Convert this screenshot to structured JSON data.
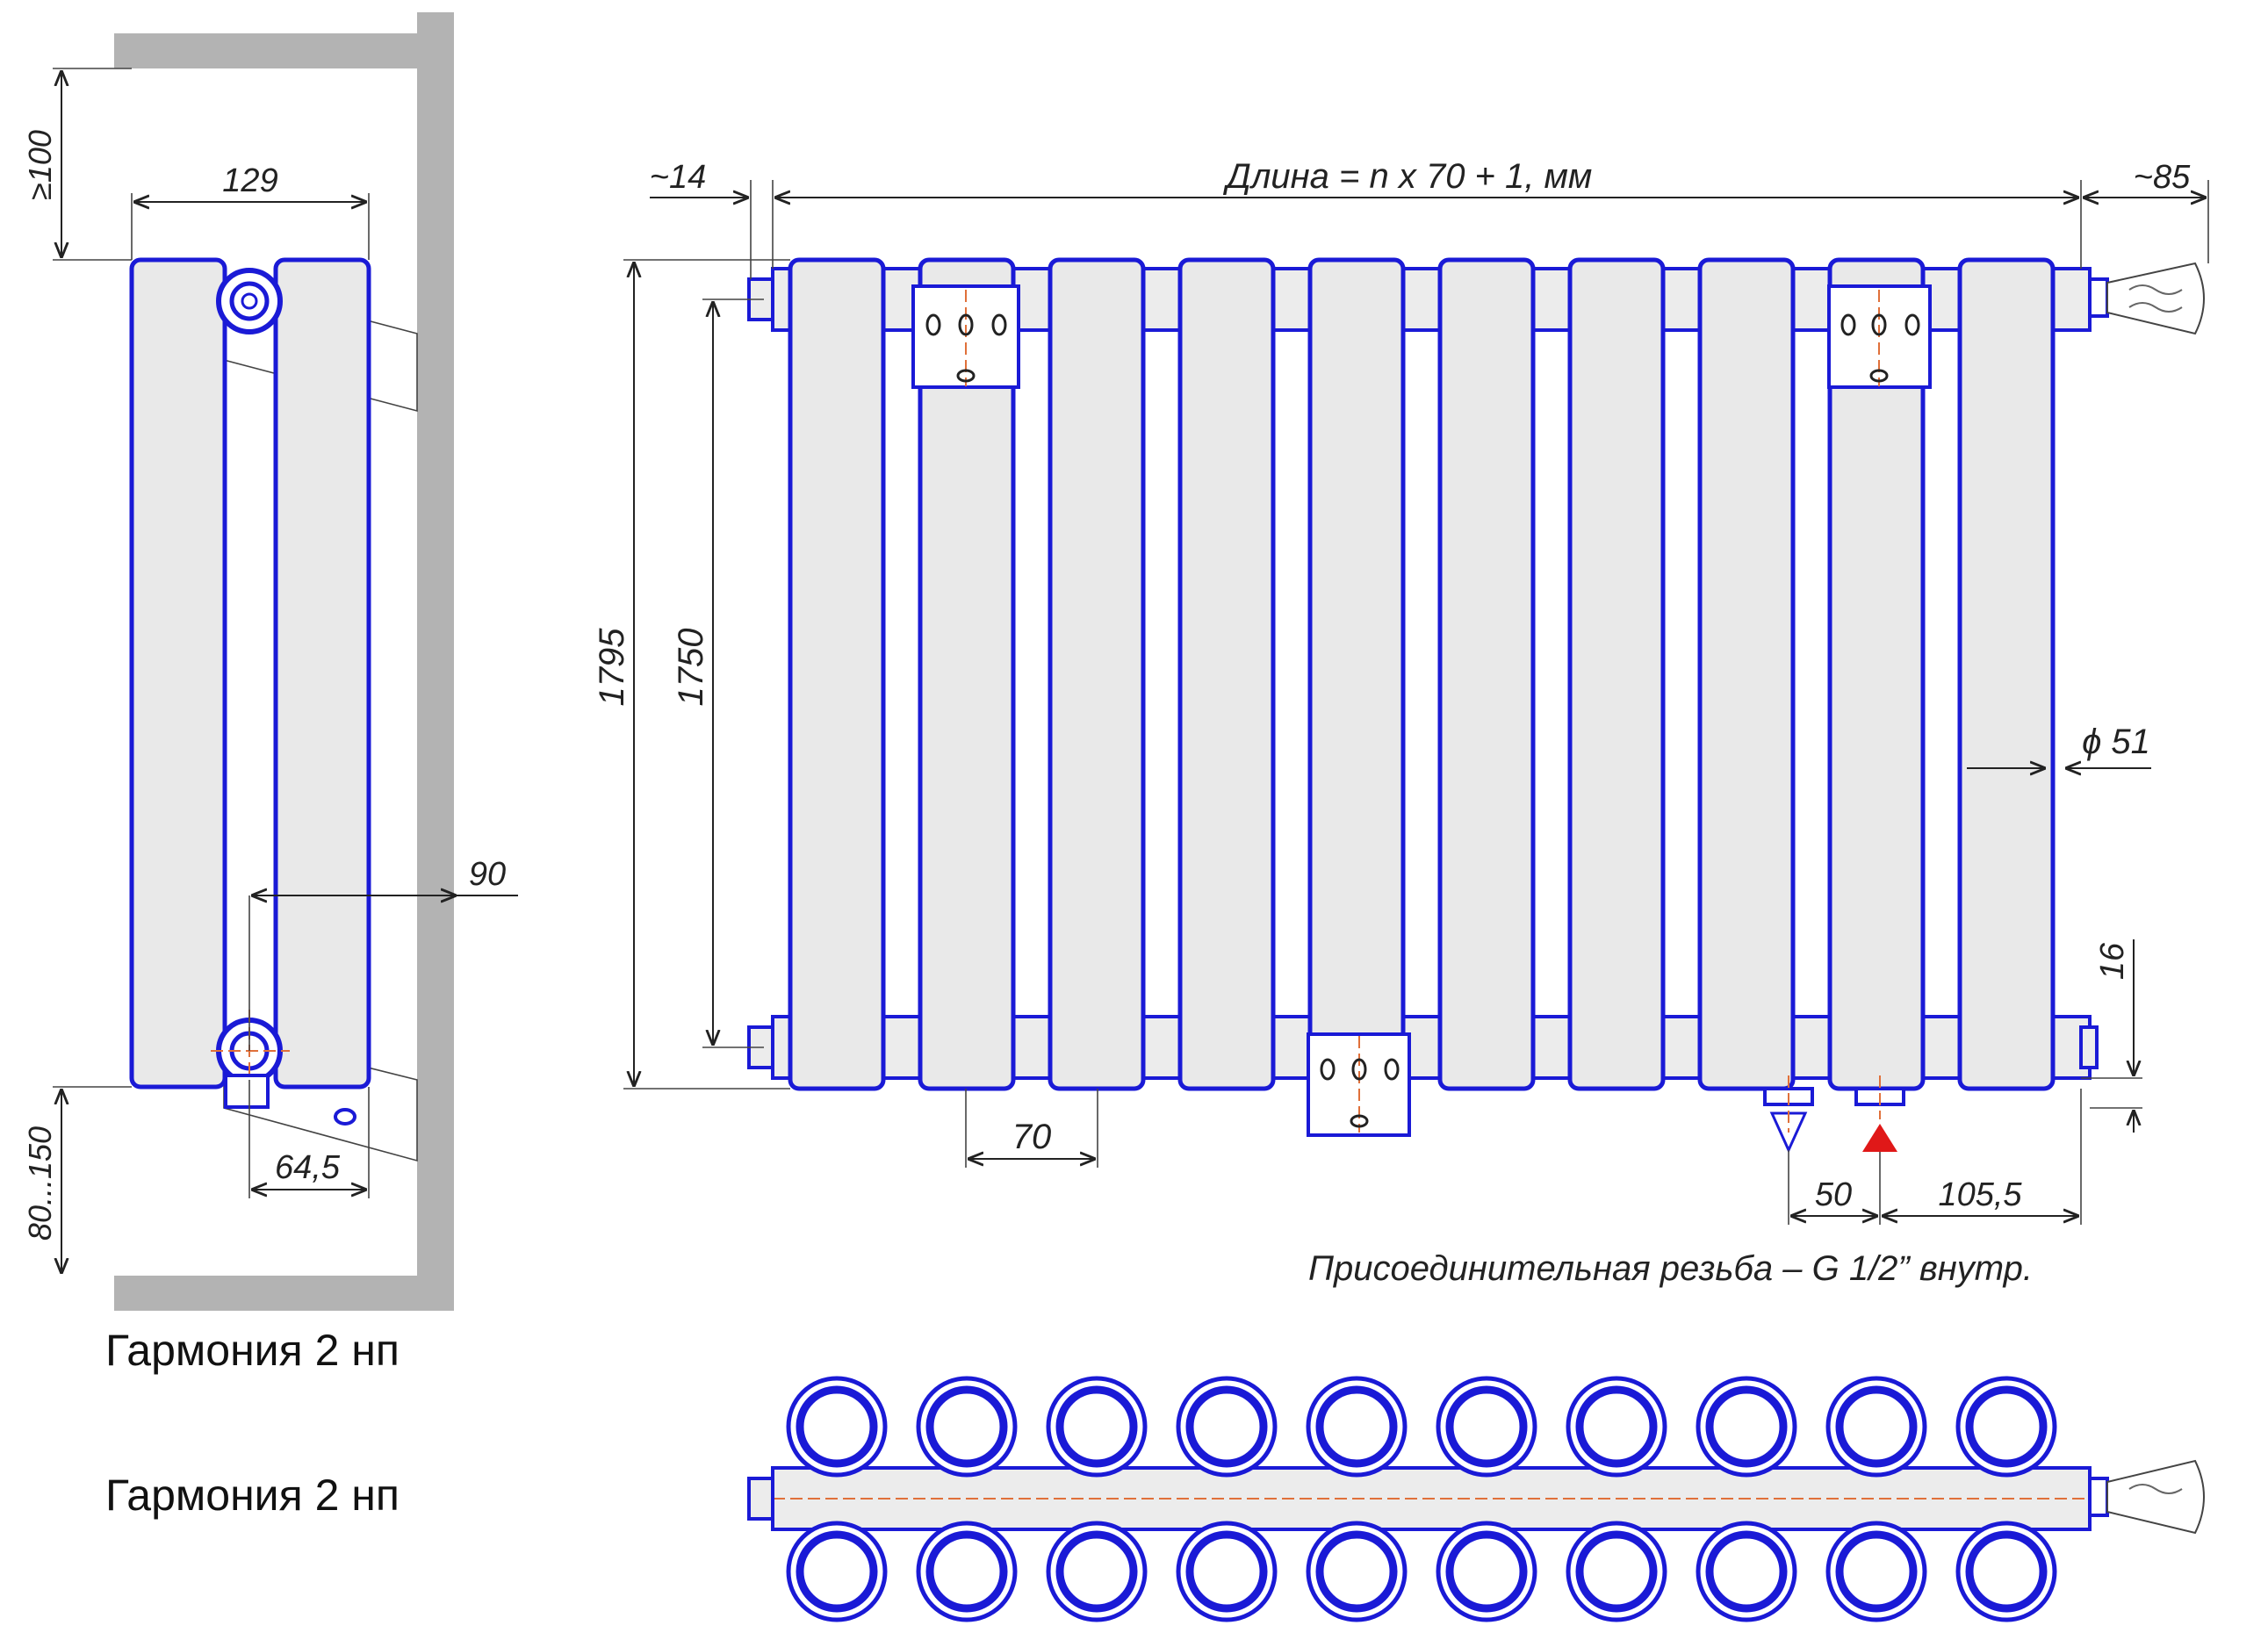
{
  "side_view": {
    "clearance_top": "≥100",
    "depth": "129",
    "pipe_offset": "90",
    "axis_offset": "64,5",
    "clearance_bottom": "80...150"
  },
  "front_view": {
    "length_formula": "Длина = n x 70 + 1, мм",
    "left_cap": "~14",
    "right_valve": "~85",
    "overall_height": "1795",
    "axis_height": "1750",
    "pitch": "70",
    "tube_diameter": "ϕ 51",
    "bottom_offset": "16",
    "inlet_spacing": "50",
    "outlet_offset": "105,5"
  },
  "thread_note": "Присоединительная резьба – G 1/2” внутр.",
  "captions": [
    "Гармония 2 нп",
    "Гармония 2 нп"
  ],
  "sections": 10,
  "colors": {
    "outline": "#1a1ad6",
    "fill": "#e9e9e9",
    "inlet_marker": "#e01818",
    "wall": "#b3b3b3"
  }
}
